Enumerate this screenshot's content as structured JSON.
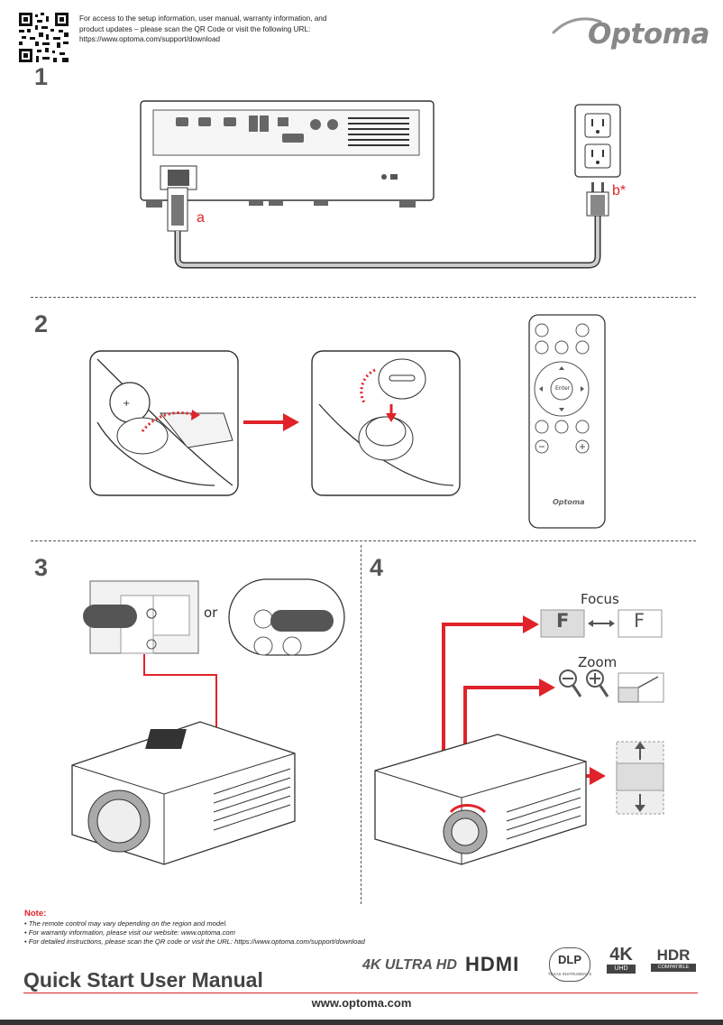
{
  "header": {
    "intro_text": "For access to the setup information, user manual, warranty information, and product updates – please scan the QR Code or visit the following URL: https://www.optoma.com/support/download",
    "intro_lines": [
      "For access to the setup information, user manual, warranty information, and",
      "product updates – please scan the QR Code or visit the following URL:",
      "https://www.optoma.com/support/download"
    ],
    "brand": "Optoma"
  },
  "steps": {
    "s1": "1",
    "s2": "2",
    "s3": "3",
    "s4": "4"
  },
  "step1": {
    "label_a": "a",
    "label_b": "b*"
  },
  "step2": {
    "remote_enter": "Enter",
    "remote_brand": "Optoma"
  },
  "step3": {
    "or_text": "or"
  },
  "step4": {
    "focus_label": "Focus",
    "zoom_label": "Zoom",
    "focus_letter": "F"
  },
  "note": {
    "title": "Note:",
    "items": [
      "The remote control may vary depending on the region and model.",
      "For warranty information, please visit our website: www.optoma.com",
      "For detailed instructions, please scan the QR code or visit the URL: https://www.optoma.com/support/download"
    ]
  },
  "logos": {
    "uhd": "4K ULTRA HD",
    "hdmi": "HDMI",
    "dlp": "DLP",
    "dlp_sub": "TEXAS INSTRUMENTS",
    "k4": "4K",
    "k4_sub": "UHD",
    "hdr": "HDR",
    "hdr_sub": "COMPATIBLE"
  },
  "footer": {
    "title": "Quick Start User Manual",
    "url": "www.optoma.com"
  },
  "colors": {
    "accent_red": "#e0232a",
    "step_gray": "#555555"
  }
}
